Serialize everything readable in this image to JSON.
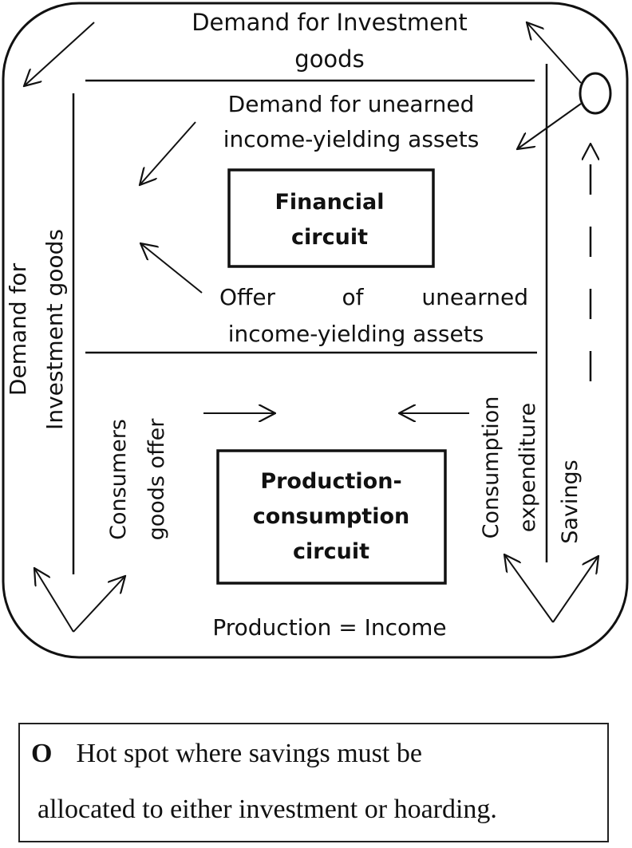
{
  "labels": {
    "top_line1": "Demand for Investment",
    "top_line2": "goods",
    "fin_demand_line1": "Demand for unearned",
    "fin_demand_line2": "income-yielding assets",
    "fin_offer_w1": "Offer",
    "fin_offer_w2": "of",
    "fin_offer_w3": "unearned",
    "fin_offer_line2": "income-yielding assets",
    "left_line1": "Demand for",
    "left_line2": "Investment goods",
    "consumers_line1": "Consumers",
    "consumers_line2": "goods offer",
    "consumption_line1": "Consumption",
    "consumption_line2": "expenditure",
    "savings": "Savings",
    "bottom": "Production = Income"
  },
  "boxes": {
    "financial_line1": "Financial",
    "financial_line2": "circuit",
    "production_line1": "Production-",
    "production_line2": "consumption",
    "production_line3": "circuit"
  },
  "legend": {
    "marker": "O",
    "line1": "Hot spot where savings must be",
    "line2": "allocated to either investment or hoarding."
  }
}
